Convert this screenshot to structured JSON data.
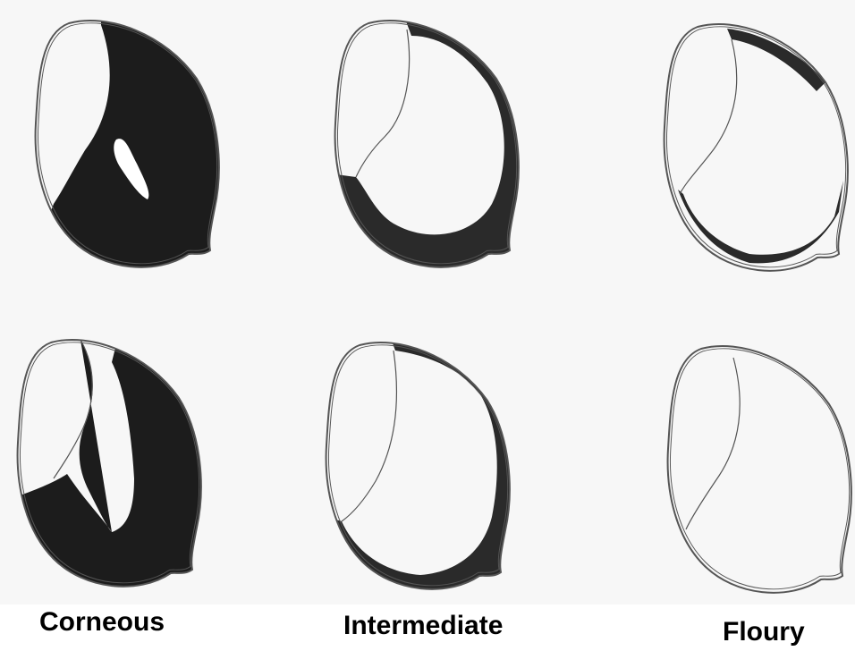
{
  "colors": {
    "background": "#f7f7f7",
    "outline": "#555555",
    "dark_region": "#1c1c1c",
    "light_region": "#ffffff"
  },
  "labels": {
    "corneous": "Corneous",
    "intermediate": "Intermediate",
    "floury": "Floury"
  }
}
